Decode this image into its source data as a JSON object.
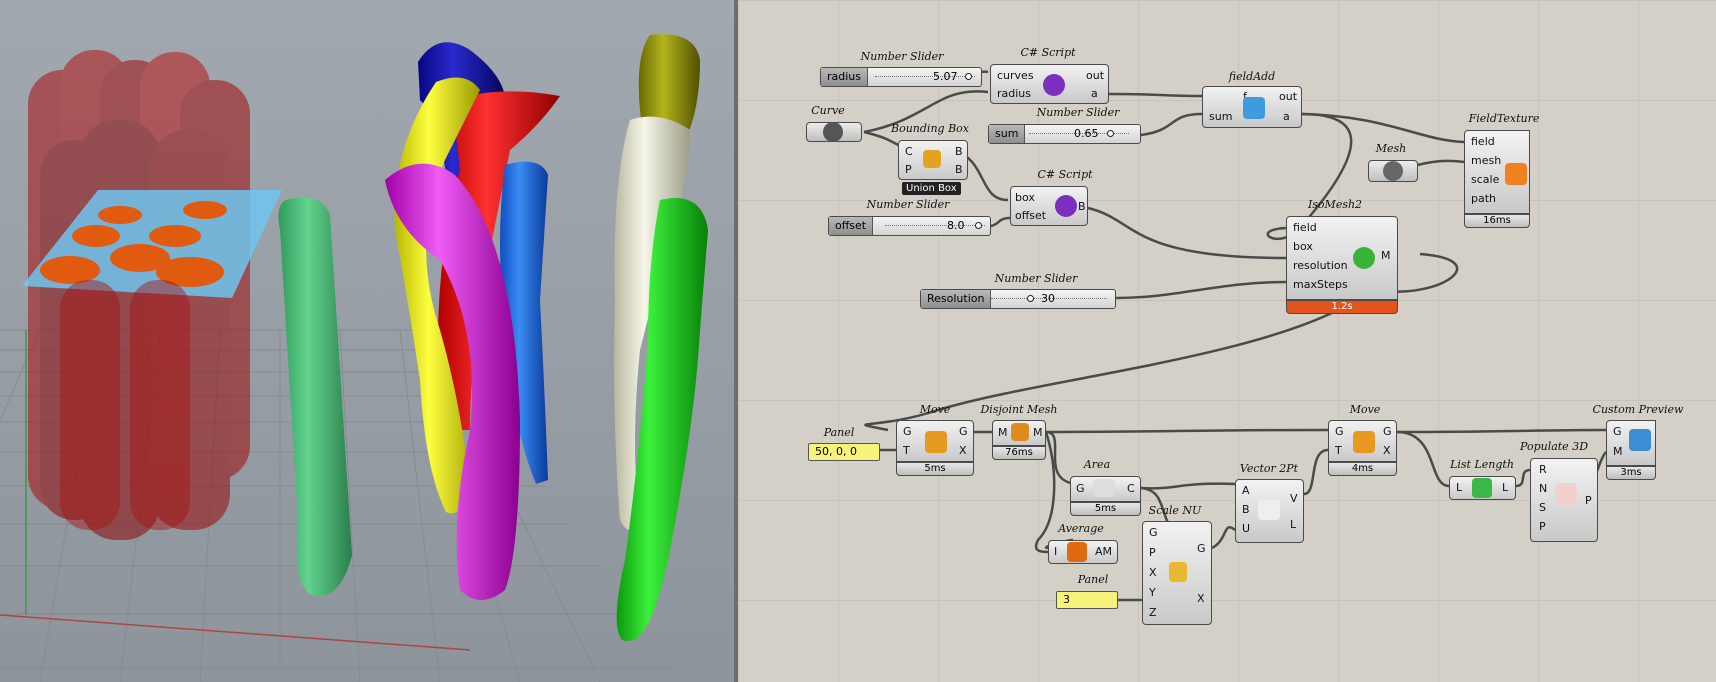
{
  "viewport": {
    "name": "Rhino viewport",
    "colors": {
      "background": "#9aa0a8",
      "grid": "#8a8f96",
      "axis_x": "#b04040",
      "axis_y": "#3a9a4a"
    }
  },
  "canvas": {
    "components": {
      "slider_radius": {
        "title": "Number Slider",
        "label": "radius",
        "value": "5.07"
      },
      "slider_sum": {
        "title": "Number Slider",
        "label": "sum",
        "value": "0.65"
      },
      "slider_offset": {
        "title": "Number Slider",
        "label": "offset",
        "value": "8.0"
      },
      "slider_resolution": {
        "title": "Number Slider",
        "label": "Resolution",
        "value": "30"
      },
      "csharp1": {
        "title": "C# Script",
        "in1": "curves",
        "in2": "radius",
        "out1": "out",
        "out2": "a"
      },
      "curve": {
        "title": "Curve"
      },
      "bbox": {
        "title": "Bounding Box",
        "in1": "C",
        "in2": "P",
        "out1": "B",
        "out2": "B",
        "tooltip": "Union Box"
      },
      "csharp2": {
        "title": "C# Script",
        "in1": "box",
        "in2": "offset",
        "out1": "B"
      },
      "fieldadd": {
        "title": "fieldAdd",
        "in1": "f",
        "in2": "sum",
        "out1": "out",
        "out2": "a"
      },
      "mesh": {
        "title": "Mesh"
      },
      "fieldtexture": {
        "title": "FieldTexture",
        "in1": "field",
        "in2": "mesh",
        "in3": "scale",
        "in4": "path",
        "timer": "16ms"
      },
      "isomesh": {
        "title": "IsoMesh2",
        "in1": "field",
        "in2": "box",
        "in3": "resolution",
        "in4": "maxSteps",
        "out1": "M",
        "timer": "1.2s"
      },
      "panel1": {
        "title": "Panel",
        "value": "50, 0, 0"
      },
      "move1": {
        "title": "Move",
        "in1": "G",
        "in2": "T",
        "out1": "G",
        "out2": "X",
        "timer": "5ms"
      },
      "disjoint": {
        "title": "Disjoint Mesh",
        "in1": "M",
        "out1": "M",
        "timer": "76ms"
      },
      "area": {
        "title": "Area",
        "in1": "G",
        "out1": "C",
        "timer": "5ms"
      },
      "average": {
        "title": "Average",
        "in1": "I",
        "out1": "AM"
      },
      "panel2": {
        "title": "Panel",
        "value": "3"
      },
      "scalenu": {
        "title": "Scale NU",
        "in1": "G",
        "in2": "P",
        "in3": "X",
        "in4": "Y",
        "in5": "Z",
        "out1": "G",
        "out2": "X"
      },
      "vector2pt": {
        "title": "Vector 2Pt",
        "in1": "A",
        "in2": "B",
        "in3": "U",
        "out1": "V",
        "out2": "L"
      },
      "move2": {
        "title": "Move",
        "in1": "G",
        "in2": "T",
        "out1": "G",
        "out2": "X",
        "timer": "4ms"
      },
      "listlength": {
        "title": "List Length",
        "in1": "L",
        "out1": "L"
      },
      "populate": {
        "title": "Populate 3D",
        "in1": "R",
        "in2": "N",
        "in3": "S",
        "in4": "P",
        "out1": "P"
      },
      "custompreview": {
        "title": "Custom Preview",
        "in1": "G",
        "in2": "M",
        "timer": "3ms"
      }
    }
  }
}
